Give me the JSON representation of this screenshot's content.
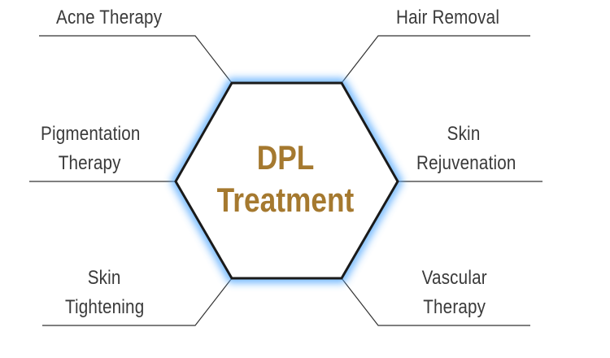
{
  "center": {
    "line1": "DPL",
    "line2": "Treatment"
  },
  "treatments": {
    "acne": "Acne Therapy",
    "hair": "Hair Removal",
    "pigmentation": [
      "Pigmentation",
      "Therapy"
    ],
    "rejuvenation": [
      "Skin",
      "Rejuvenation"
    ],
    "tightening": [
      "Skin",
      "Tightening"
    ],
    "vascular": [
      "Vascular",
      "Therapy"
    ]
  },
  "colors": {
    "label": "#3a3a3a",
    "center_text": "#a5792f",
    "hexagon_stroke": "#1a1a1a",
    "hexagon_glow": "#4da6ff",
    "connector": "#333333"
  }
}
